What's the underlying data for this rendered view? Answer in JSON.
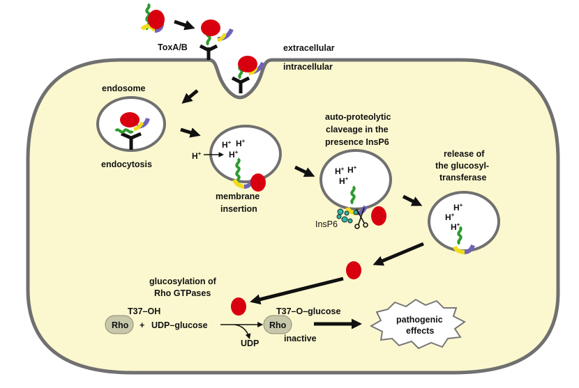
{
  "labels": {
    "toxin": "ToxA/B",
    "extracellular": "extracellular",
    "intracellular": "intracellular",
    "endosome": "endosome",
    "endocytosis": "endocytosis",
    "membrane_insertion_1": "membrane",
    "membrane_insertion_2": "insertion",
    "autoproteolytic_1": "auto-proteolytic",
    "autoproteolytic_2": "claveage in the",
    "autoproteolytic_3": "presence InsP6",
    "release_1": "release of",
    "release_2": "the glucosyl-",
    "release_3": "transferase",
    "insp6": "InsP6",
    "glucosylation_1": "glucosylation of",
    "glucosylation_2": "Rho GTPases",
    "t37_oh": "T37–OH",
    "rho_left": "Rho",
    "plus": "+",
    "udp_glucose": "UDP–glucose",
    "udp": "UDP",
    "t37_o_glucose": "T37–O–glucose",
    "rho_right": "Rho",
    "inactive": "inactive",
    "pathogenic_1": "pathogenic",
    "pathogenic_2": "effects"
  },
  "proton": {
    "symbol": "H",
    "charge": "+"
  },
  "colors": {
    "cell_fill": "#fbf8cf",
    "cell_stroke": "#707070",
    "toxin_red": "#d8000f",
    "helix_green": "#2e9a2e",
    "domain_yellow": "#f0dc1c",
    "domain_purple": "#6f62b8",
    "receptor_black": "#111111",
    "rho_fill": "#c7c7aa",
    "insp6_teal": "#2ab8a8"
  }
}
